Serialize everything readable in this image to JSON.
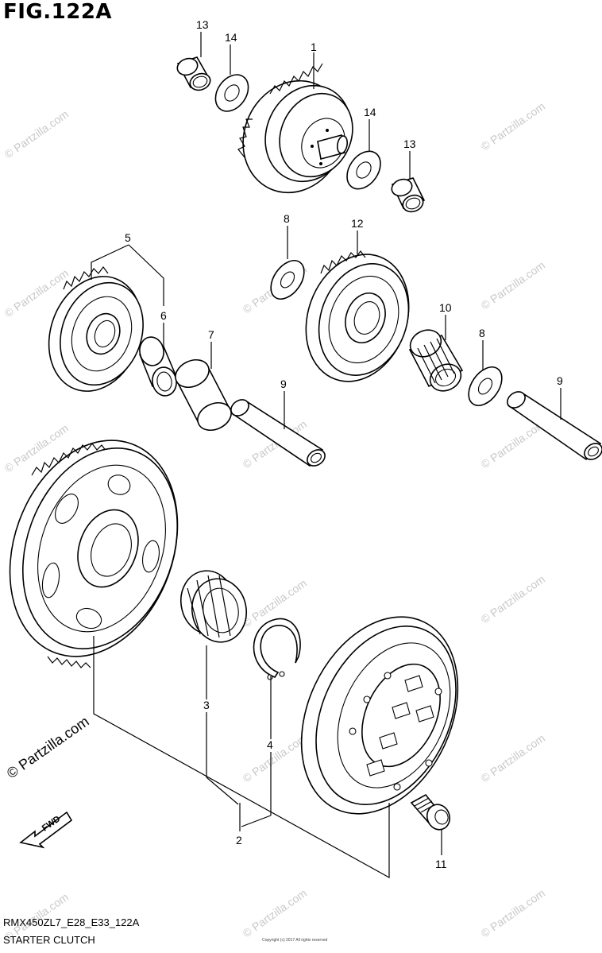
{
  "figure": {
    "title": "FIG.122A",
    "model_code": "RMX450ZL7_E28_E33_122A",
    "assembly_name": "STARTER CLUTCH",
    "copyright": "Copyright (c) 2017 All rights reserved",
    "fwd_label": "FWD",
    "watermark": "© Partzilla.com"
  },
  "callouts": [
    {
      "id": "c1",
      "label": "1"
    },
    {
      "id": "c2",
      "label": "2"
    },
    {
      "id": "c3",
      "label": "3"
    },
    {
      "id": "c4",
      "label": "4"
    },
    {
      "id": "c5",
      "label": "5"
    },
    {
      "id": "c6",
      "label": "6"
    },
    {
      "id": "c7",
      "label": "7"
    },
    {
      "id": "c8a",
      "label": "8"
    },
    {
      "id": "c8b",
      "label": "8"
    },
    {
      "id": "c9a",
      "label": "9"
    },
    {
      "id": "c9b",
      "label": "9"
    },
    {
      "id": "c10",
      "label": "10"
    },
    {
      "id": "c11",
      "label": "11"
    },
    {
      "id": "c12",
      "label": "12"
    },
    {
      "id": "c13a",
      "label": "13"
    },
    {
      "id": "c13b",
      "label": "13"
    },
    {
      "id": "c14a",
      "label": "14"
    },
    {
      "id": "c14b",
      "label": "14"
    }
  ]
}
